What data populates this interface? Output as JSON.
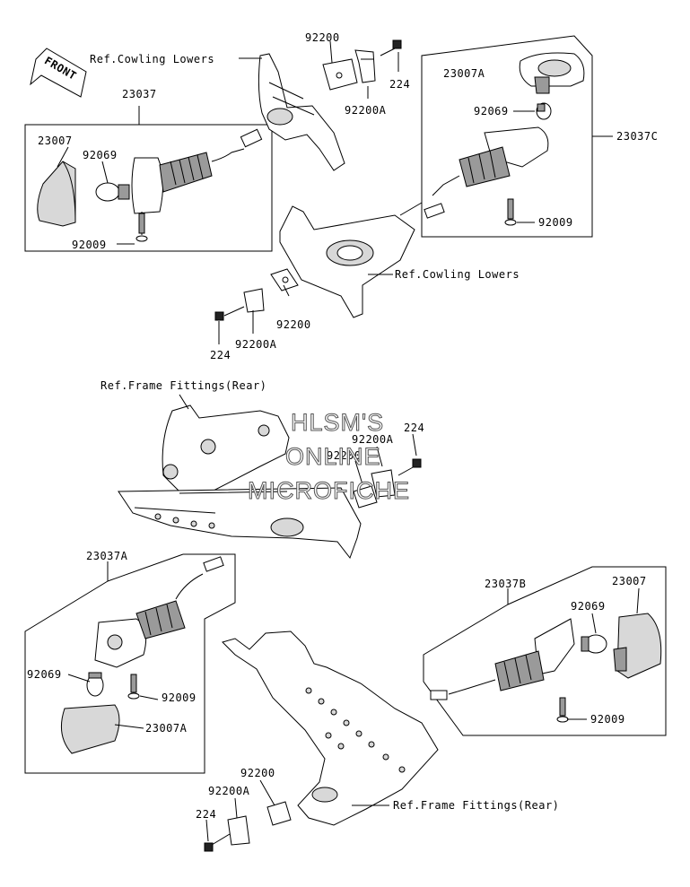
{
  "labels": {
    "front": "FRONT",
    "ref_cowling_lowers_top": "Ref.Cowling Lowers",
    "ref_cowling_lowers_mid": "Ref.Cowling Lowers",
    "ref_frame_fittings_top": "Ref.Frame Fittings(Rear)",
    "ref_frame_fittings_bottom": "Ref.Frame Fittings(Rear)",
    "p23037": "23037",
    "p23007_a": "23007",
    "p92069_a": "92069",
    "p92009_a": "92009",
    "p92200_top": "92200",
    "p224_top": "224",
    "p92200A_top": "92200A",
    "p23007A_top": "23007A",
    "p92069_b": "92069",
    "p23037C": "23037C",
    "p92009_b": "92009",
    "p92200_mid": "92200",
    "p92200A_mid": "92200A",
    "p224_mid": "224",
    "p224_rear": "224",
    "p92200A_rear": "92200A",
    "p92200_rear": "92200",
    "p23037A": "23037A",
    "p92069_c": "92069",
    "p92009_c": "92009",
    "p23007A_bottom": "23007A",
    "p23037B": "23037B",
    "p23007_b": "23007",
    "p92069_d": "92069",
    "p92009_d": "92009",
    "p92200_bottom": "92200",
    "p92200A_bottom": "92200A",
    "p224_bottom": "224"
  },
  "watermark": {
    "line1": "HLSM'S",
    "line2": "ONLINE",
    "line3": "MICROFICHE"
  }
}
